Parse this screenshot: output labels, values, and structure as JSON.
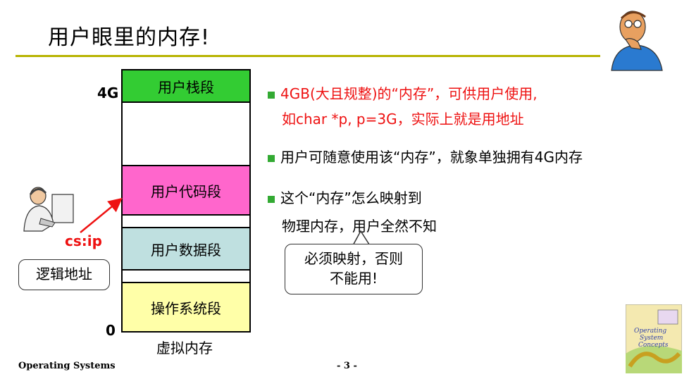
{
  "title": "用户眼里的内存!",
  "memory": {
    "label_top": "4G",
    "label_bottom": "0",
    "caption": "虚拟内存",
    "segments": [
      {
        "label": "用户栈段",
        "color": "#33cc33"
      },
      {
        "label": "",
        "color": "#ffffff"
      },
      {
        "label": "用户代码段",
        "color": "#ff66cc"
      },
      {
        "label": "",
        "color": "#ffffff"
      },
      {
        "label": "用户数据段",
        "color": "#bfe0e0"
      },
      {
        "label": "",
        "color": "#ffffff"
      },
      {
        "label": "操作系统段",
        "color": "#ffffa8"
      }
    ]
  },
  "pointer": {
    "label": "cs:ip",
    "color": "#ee1111"
  },
  "logical_callout": "逻辑地址",
  "bullets": [
    {
      "line1": "4GB(大且规整)的“内存”，可供用户使用,",
      "line2": "如char *p, p=3G，实际上就是用地址"
    },
    {
      "line1": "用户可随意使用该“内存”，就象单独拥有4G内存",
      "line2": ""
    },
    {
      "line1": "这个“内存”怎么映射到",
      "line2": "物理内存，用户全然不知"
    }
  ],
  "speech_callout": {
    "line1": "必须映射，否则",
    "line2": "不能用!"
  },
  "footer": {
    "left": "Operating Systems",
    "center": "- 3 -"
  },
  "colors": {
    "accent_rule": "#b7b300",
    "bullet": "#33aa33",
    "highlight": "#ee1111"
  },
  "icons": [
    "thinking-man-icon",
    "worker-at-computer-icon",
    "os-concepts-book-icon"
  ]
}
